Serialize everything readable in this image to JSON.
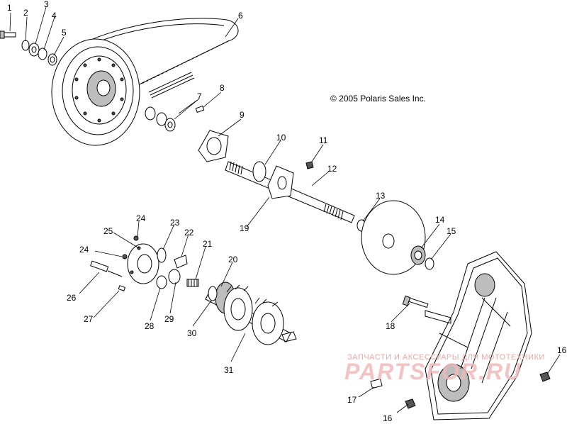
{
  "copyright": "© 2005 Polaris Sales Inc.",
  "watermark": {
    "line1": "ЗАПЧАСТИ И АКСЕССУАРЫ ДЛЯ МОТОТЕХНИКИ",
    "line2": "PARTSFOR.RU"
  },
  "callouts": {
    "c1": "1",
    "c2": "2",
    "c3": "3",
    "c4": "4",
    "c5": "5",
    "c6": "6",
    "c7": "7",
    "c8": "8",
    "c9": "9",
    "c10": "10",
    "c11": "11",
    "c12": "12",
    "c13": "13",
    "c14": "14",
    "c15": "15",
    "c16a": "16",
    "c16b": "16",
    "c17": "17",
    "c18": "18",
    "c19": "19",
    "c20": "20",
    "c21": "21",
    "c22": "22",
    "c23": "23",
    "c24a": "24",
    "c24b": "24",
    "c25": "25",
    "c26": "26",
    "c27": "27",
    "c28": "28",
    "c29": "29",
    "c30": "30",
    "c31": "31"
  }
}
